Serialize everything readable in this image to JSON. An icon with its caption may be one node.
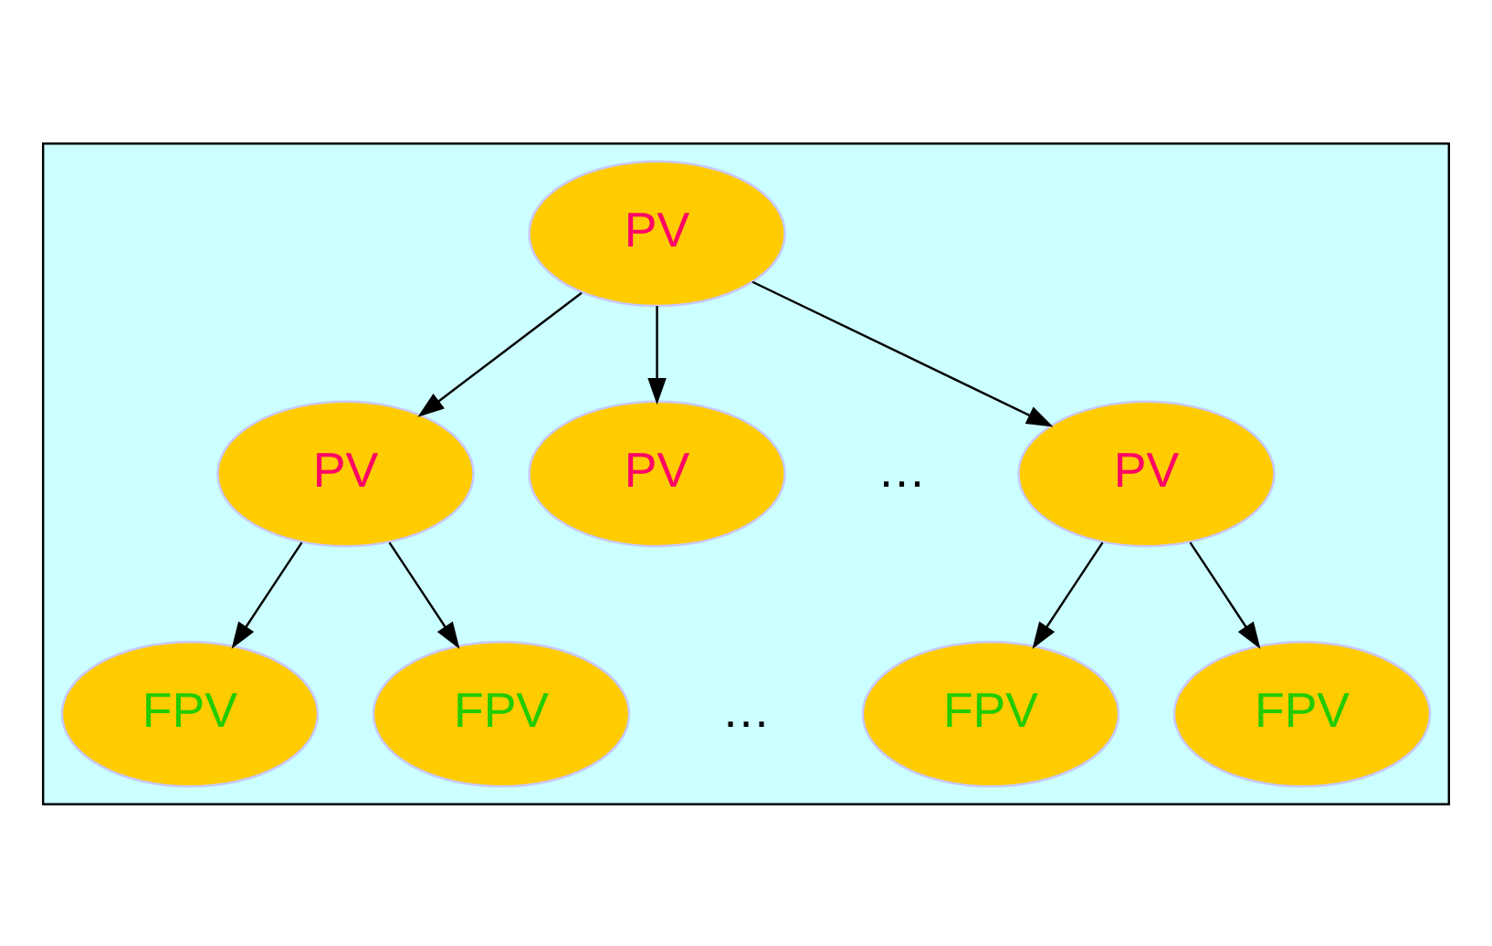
{
  "diagram": {
    "nodes": [
      {
        "text": [],
        "shape": "box"
      },
      {
        "text": [
          "PV"
        ],
        "in": 0
      },
      {
        "text": [
          "PV"
        ],
        "in": 0
      },
      {
        "text": [
          "PV"
        ],
        "in": 0
      },
      {
        "text": [
          "PV"
        ],
        "in": 0
      },
      {
        "text": [
          "FPV"
        ],
        "in": 0
      },
      {
        "text": [
          "FPV"
        ],
        "in": 0
      },
      {
        "text": [
          "FPV"
        ],
        "in": 0
      },
      {
        "text": [
          "FPV"
        ],
        "in": 0
      }
    ],
    "edges": [
      {
        "from": 1,
        "to": 2,
        "arrow": "to"
      },
      {
        "from": 1,
        "to": 3,
        "arrow": "to"
      },
      {
        "from": 1,
        "to": 4,
        "arrow": "to"
      },
      {
        "from": 2,
        "to": 5,
        "arrow": "to"
      },
      {
        "from": 2,
        "to": 6,
        "arrow": "to"
      },
      {
        "from": 4,
        "to": 7,
        "arrow": "to"
      },
      {
        "from": 4,
        "to": 8,
        "arrow": "to"
      }
    ],
    "labels": [
      "…",
      "…"
    ]
  }
}
